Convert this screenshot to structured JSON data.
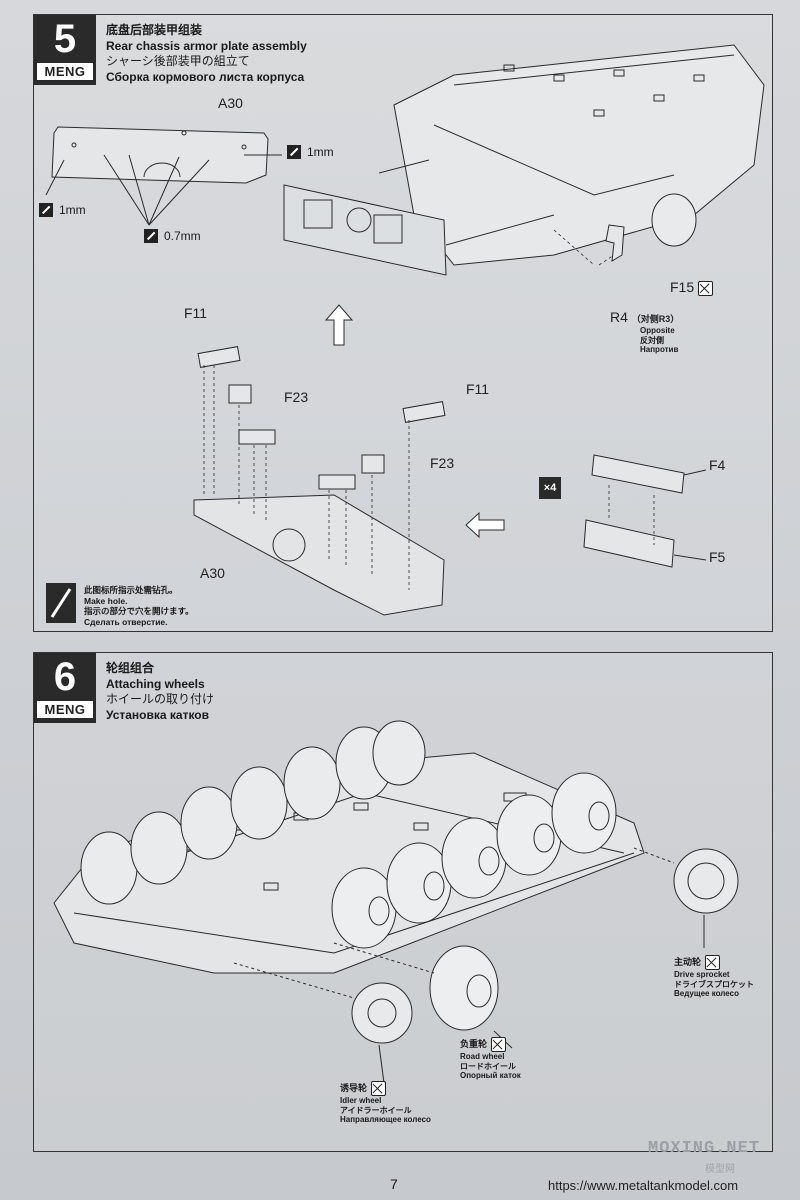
{
  "step5": {
    "number": "5",
    "brand": "MENG",
    "title_cn": "底盘后部装甲组装",
    "title_en": "Rear chassis armor plate assembly",
    "title_jp": "シャーシ後部装甲の組立て",
    "title_ru": "Сборка кормового листа корпуса",
    "labels": {
      "a30_top": "A30",
      "a30_bottom": "A30",
      "mm1_top": "1mm",
      "mm1_left": "1mm",
      "mm07": "0.7mm",
      "f11_left": "F11",
      "f11_right": "F11",
      "f23_left": "F23",
      "f23_right": "F23",
      "f4": "F4",
      "f5": "F5",
      "f15": "F15",
      "r4": "R4",
      "r4_opp_cn": "（对侧R3）",
      "r4_opp_en": "Opposite",
      "r4_opp_jp": "反対側",
      "r4_opp_ru": "Напротив",
      "x4": "×4"
    },
    "drill": {
      "cn": "此图标所指示处需钻孔。",
      "en": "Make hole.",
      "jp": "指示の部分で穴を開けます。",
      "ru": "Сделать отверстие."
    }
  },
  "step6": {
    "number": "6",
    "brand": "MENG",
    "title_cn": "轮组组合",
    "title_en": "Attaching wheels",
    "title_jp": "ホイールの取り付け",
    "title_ru": "Установка катков",
    "drive": {
      "cn": "主动轮",
      "en": "Drive sprocket",
      "jp": "ドライブスプロケット",
      "ru": "Ведущее колесо"
    },
    "road": {
      "cn": "负重轮",
      "en": "Road wheel",
      "jp": "ロードホイール",
      "ru": "Опорный каток"
    },
    "idler": {
      "cn": "诱导轮",
      "en": "Idler wheel",
      "jp": "アイドラーホイール",
      "ru": "Направляющее колесо"
    }
  },
  "footer": {
    "page_number": "7",
    "watermark": "MOXING.NET",
    "watermark_sub": "模型网",
    "url": "https://www.metaltankmodel.com"
  }
}
